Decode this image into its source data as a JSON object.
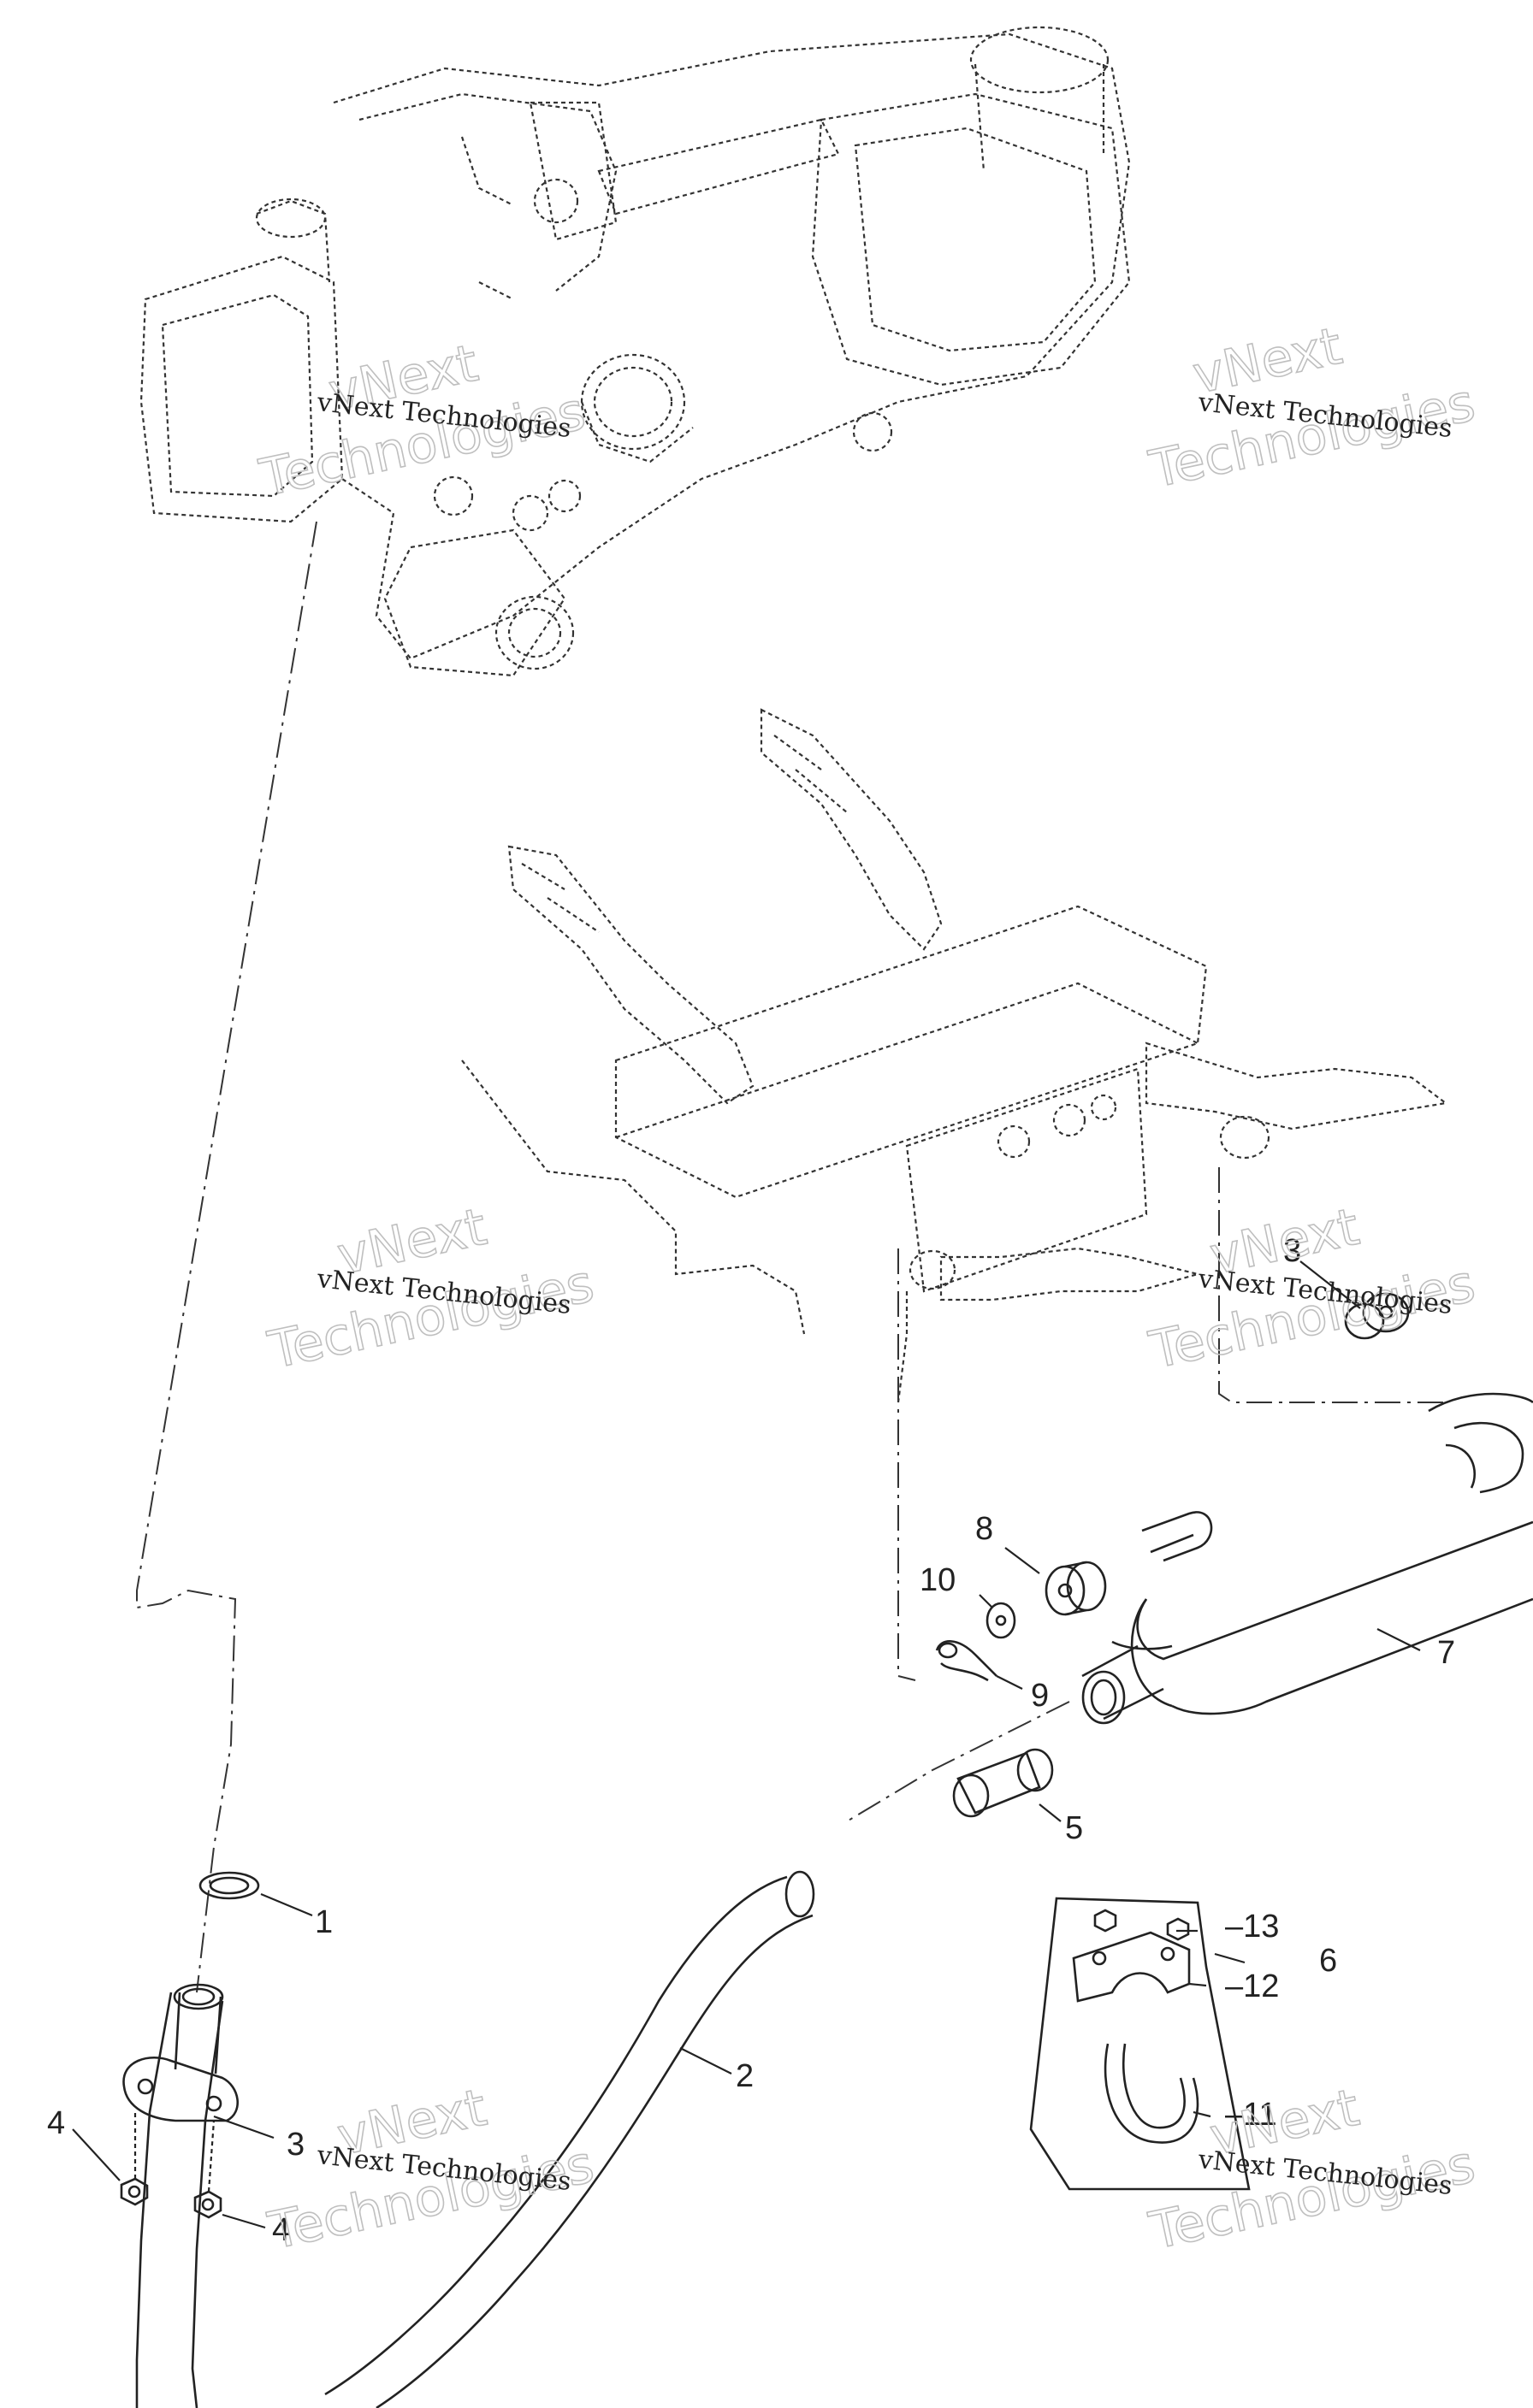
{
  "watermark": {
    "line1": "vNext Technologies",
    "line2a": "vNext",
    "line2b": "Technologies"
  },
  "callouts": {
    "c1": "1",
    "c2": "2",
    "c3a": "3",
    "c3b": "3",
    "c4a": "4",
    "c4b": "4",
    "c5": "5",
    "c6": "6",
    "c7": "7",
    "c8": "8",
    "c9": "9",
    "c10": "10",
    "c11": "11",
    "c12": "12",
    "c13": "13"
  }
}
